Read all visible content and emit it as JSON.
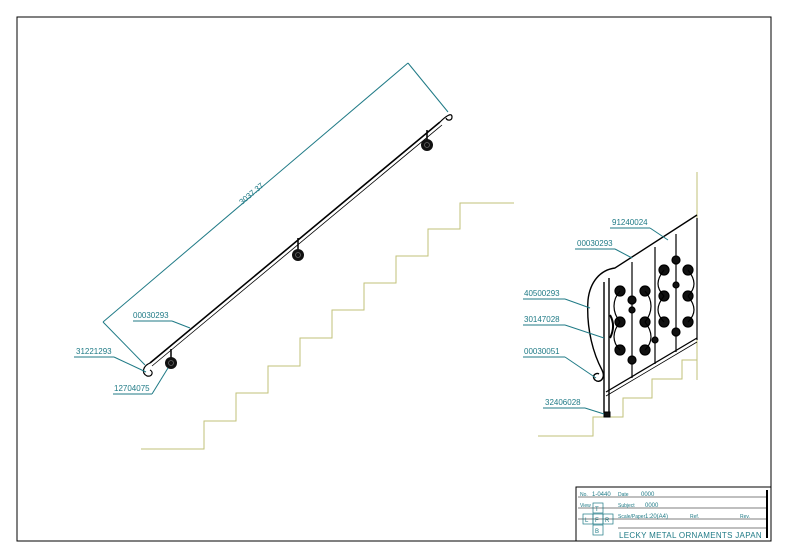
{
  "drawing": {
    "dimension_label": "3037.37",
    "callouts": {
      "left": [
        "00030293",
        "31221293",
        "12704075"
      ],
      "right": [
        "91240024",
        "00030293",
        "40500293",
        "30147028",
        "00030051",
        "32406028"
      ]
    }
  },
  "title_block": {
    "no_label": "No.",
    "drawing_no": "1-0440",
    "view_label": "View",
    "date_label": "Date",
    "date_value": "0000",
    "subject_label": "Subject",
    "subject_value": "0000",
    "scale_label": "Scale/Paper",
    "scale_value": "1:20(A4)",
    "ref_label": "Ref.",
    "rev_label": "Rev.",
    "view_letters": [
      "T",
      "L",
      "F",
      "R",
      "B"
    ],
    "company": "LECKY METAL ORNAMENTS JAPAN"
  },
  "colors": {
    "line": "#000000",
    "dimension": "#1f7a86",
    "stairs": "#c2c27a"
  }
}
